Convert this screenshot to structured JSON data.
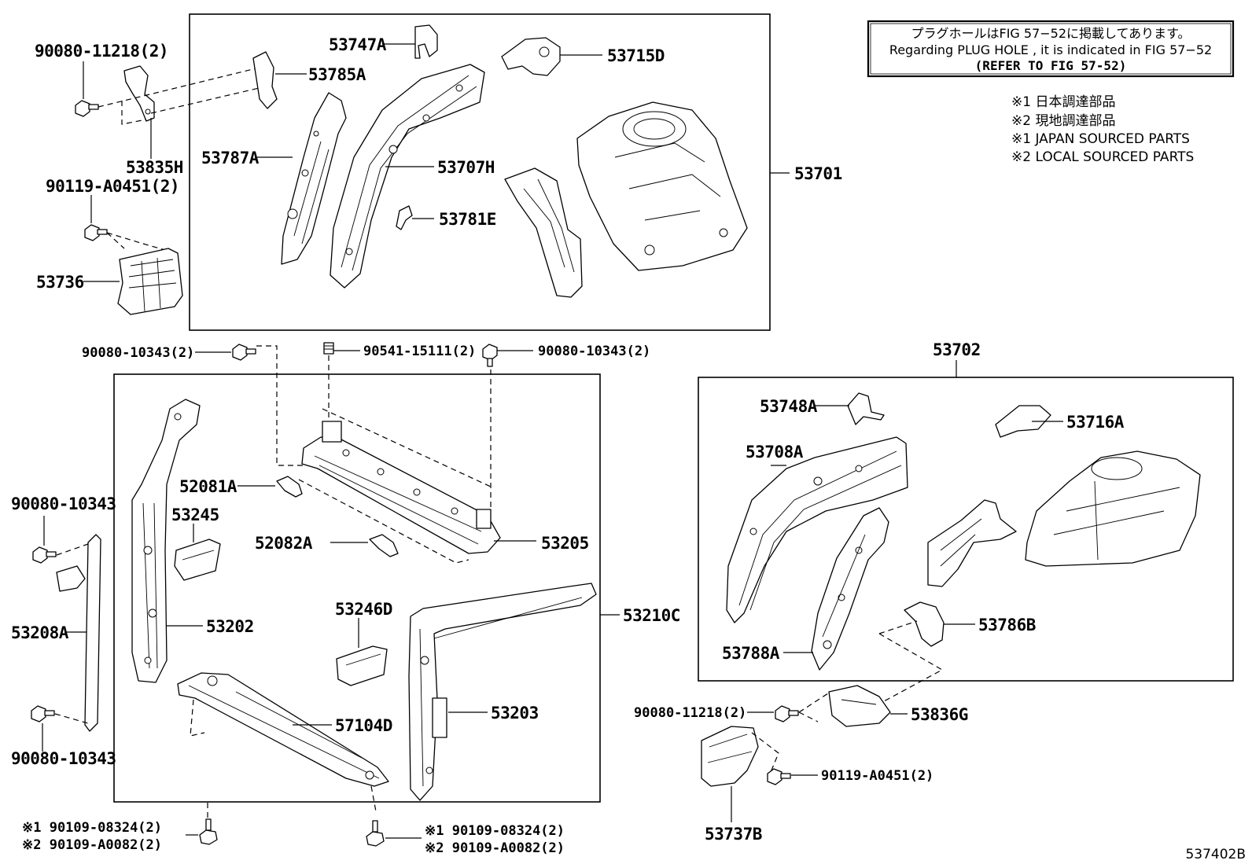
{
  "notice": {
    "line_jp": "プラグホールはFIG 57−52に掲載してあります。",
    "line_en": "Regarding  PLUG  HOLE , it is indicated in FIG  57−52",
    "line_ref": "(REFER TO FIG 57-52)"
  },
  "legend": [
    "※1 日本調達部品",
    "※2 現地調達部品",
    "※1 JAPAN SOURCED PARTS",
    "※2 LOCAL SOURCED PARTS"
  ],
  "labels": {
    "p90080_11218_top": "90080-11218(2)",
    "p53785A": "53785A",
    "p53747A": "53747A",
    "p53715D": "53715D",
    "p53835H": "53835H",
    "p53787A": "53787A",
    "p53707H": "53707H",
    "p53701": "53701",
    "p90119_A0451_top": "90119-A0451(2)",
    "p53781E": "53781E",
    "p53736": "53736",
    "p90080_10343_a": "90080-10343(2)",
    "p90541_15111": "90541-15111(2)",
    "p90080_10343_b": "90080-10343(2)",
    "p53702": "53702",
    "p53748A": "53748A",
    "p53716A": "53716A",
    "p53708A": "53708A",
    "p52081A": "52081A",
    "p53245": "53245",
    "p90080_10343_c": "90080-10343",
    "p52082A": "52082A",
    "p53205": "53205",
    "p53202": "53202",
    "p53246D": "53246D",
    "p53210C": "53210C",
    "p53208A": "53208A",
    "p53786B": "53786B",
    "p53788A": "53788A",
    "p57104D": "57104D",
    "p53203": "53203",
    "p90080_11218_bot": "90080-11218(2)",
    "p53836G": "53836G",
    "p90080_10343_d": "90080-10343",
    "p90119_A0451_bot": "90119-A0451(2)",
    "p53737B": "53737B",
    "bolt_l1": "※1 90109-08324(2)",
    "bolt_l2": "※2 90109-A0082(2)",
    "bolt_r1": "※1 90109-08324(2)",
    "bolt_r2": "※2 90109-A0082(2)"
  },
  "figure_id": "537402B"
}
